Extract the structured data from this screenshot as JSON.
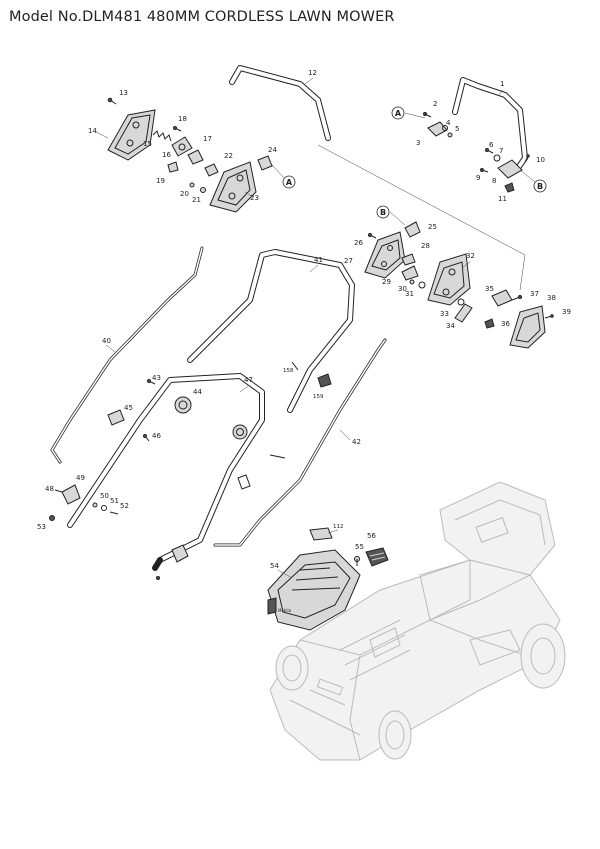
{
  "title": "Model No.DLM481 480MM CORDLESS LAWN MOWER",
  "callouts": [
    "A",
    "B"
  ],
  "parts": [
    {
      "id": "p1",
      "label": "1"
    },
    {
      "id": "p2",
      "label": "2"
    },
    {
      "id": "p3",
      "label": "3"
    },
    {
      "id": "p4",
      "label": "4"
    },
    {
      "id": "p5",
      "label": "5"
    },
    {
      "id": "p6",
      "label": "6"
    },
    {
      "id": "p7",
      "label": "7"
    },
    {
      "id": "p8",
      "label": "8"
    },
    {
      "id": "p9",
      "label": "9"
    },
    {
      "id": "p10",
      "label": "10"
    },
    {
      "id": "p11",
      "label": "11"
    },
    {
      "id": "p12",
      "label": "12"
    },
    {
      "id": "p13",
      "label": "13"
    },
    {
      "id": "p14",
      "label": "14"
    },
    {
      "id": "p15",
      "label": "15"
    },
    {
      "id": "p16",
      "label": "16"
    },
    {
      "id": "p17",
      "label": "17"
    },
    {
      "id": "p18",
      "label": "18"
    },
    {
      "id": "p19",
      "label": "19"
    },
    {
      "id": "p20",
      "label": "20"
    },
    {
      "id": "p21",
      "label": "21"
    },
    {
      "id": "p22",
      "label": "22"
    },
    {
      "id": "p23",
      "label": "23"
    },
    {
      "id": "p24",
      "label": "24"
    },
    {
      "id": "p25",
      "label": "25"
    },
    {
      "id": "p26",
      "label": "26"
    },
    {
      "id": "p27",
      "label": "27"
    },
    {
      "id": "p28",
      "label": "28"
    },
    {
      "id": "p29",
      "label": "29"
    },
    {
      "id": "p30",
      "label": "30"
    },
    {
      "id": "p31",
      "label": "31"
    },
    {
      "id": "p32",
      "label": "32"
    },
    {
      "id": "p33",
      "label": "33"
    },
    {
      "id": "p34",
      "label": "34"
    },
    {
      "id": "p35",
      "label": "35"
    },
    {
      "id": "p36",
      "label": "36"
    },
    {
      "id": "p37",
      "label": "37"
    },
    {
      "id": "p38",
      "label": "38"
    },
    {
      "id": "p39",
      "label": "39"
    },
    {
      "id": "p40",
      "label": "40"
    },
    {
      "id": "p41",
      "label": "41"
    },
    {
      "id": "p42",
      "label": "42"
    },
    {
      "id": "p43",
      "label": "43"
    },
    {
      "id": "p44",
      "label": "44"
    },
    {
      "id": "p45",
      "label": "45"
    },
    {
      "id": "p46",
      "label": "46"
    },
    {
      "id": "p47",
      "label": "47"
    },
    {
      "id": "p48",
      "label": "48"
    },
    {
      "id": "p49",
      "label": "49"
    },
    {
      "id": "p50",
      "label": "50"
    },
    {
      "id": "p51",
      "label": "51"
    },
    {
      "id": "p52",
      "label": "52"
    },
    {
      "id": "p53",
      "label": "53"
    },
    {
      "id": "p54",
      "label": "54"
    },
    {
      "id": "p55",
      "label": "55"
    },
    {
      "id": "p56",
      "label": "56"
    },
    {
      "id": "p112",
      "label": "112"
    },
    {
      "id": "p158",
      "label": "158"
    },
    {
      "id": "p159",
      "label": "159"
    }
  ]
}
